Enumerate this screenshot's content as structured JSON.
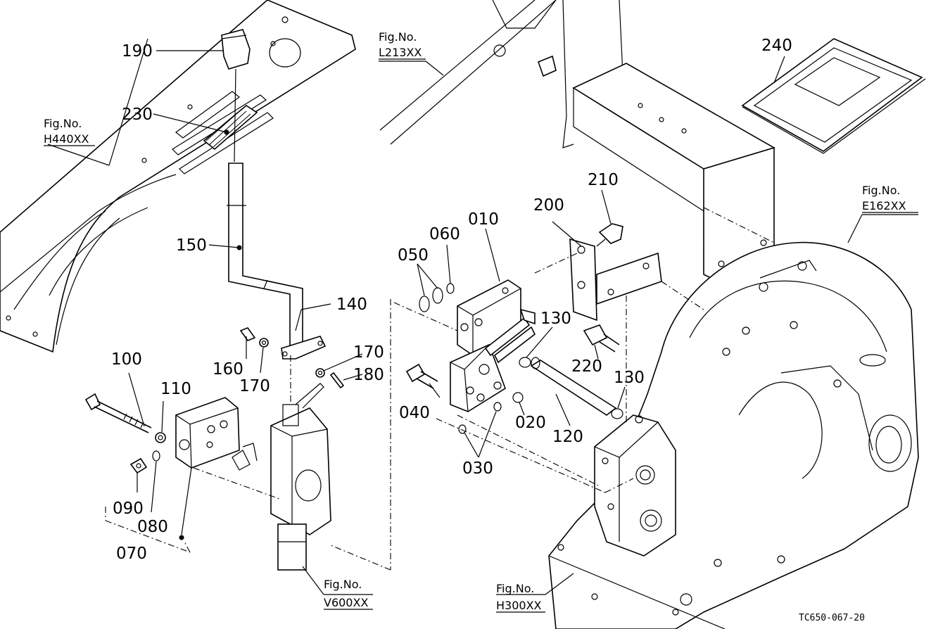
{
  "callouts": {
    "p010": "010",
    "p020": "020",
    "p030": "030",
    "p040": "040",
    "p050": "050",
    "p060": "060",
    "p070": "070",
    "p080": "080",
    "p090": "090",
    "p100": "100",
    "p110": "110",
    "p120": "120",
    "p130a": "130",
    "p130b": "130",
    "p140": "140",
    "p150": "150",
    "p160": "160",
    "p170a": "170",
    "p170b": "170",
    "p180": "180",
    "p190": "190",
    "p200": "200",
    "p210": "210",
    "p220": "220",
    "p230": "230",
    "p240": "240"
  },
  "figure_refs": {
    "h440": {
      "label": "Fig.No.",
      "code": "H440XX"
    },
    "l213": {
      "label": "Fig.No.",
      "code": "L213XX"
    },
    "e162": {
      "label": "Fig.No.",
      "code": "E162XX"
    },
    "v600": {
      "label": "Fig.No.",
      "code": "V600XX"
    },
    "h300": {
      "label": "Fig.No.",
      "code": "H300XX"
    }
  },
  "drawing_code": "TC650-067-20"
}
